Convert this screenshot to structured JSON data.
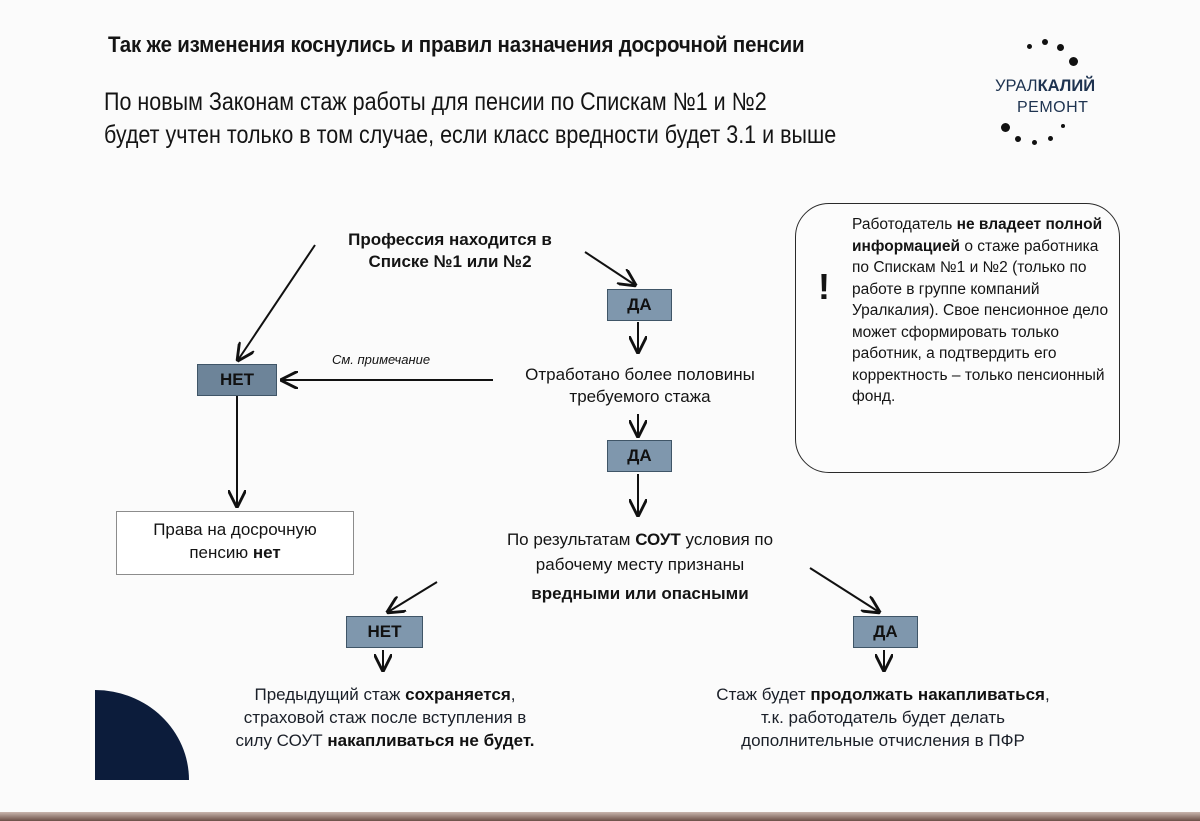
{
  "header": {
    "title": "Так же изменения коснулись и правил назначения досрочной пенсии",
    "subtitle_lines": [
      "По новым Законам стаж работы для пенсии  по Спискам №1 и №2",
      "будет учтен только в том случае, если класс вредности будет 3.1 и выше"
    ]
  },
  "logo": {
    "brand_light": "УРАЛ",
    "brand_bold": "КАЛИЙ",
    "subtitle": "РЕМОНТ"
  },
  "flowchart": {
    "q1": {
      "lines": [
        "Профессия находится в",
        "Списке №1 или №2"
      ]
    },
    "q1_yes": "ДА",
    "q1_no": "НЕТ",
    "q2": {
      "lines": [
        "Отработано более половины",
        "требуемого стажа"
      ]
    },
    "q2_no_note": "См. примечание",
    "q2_yes": "ДА",
    "no_right": {
      "text": "Права на досрочную",
      "text2": "пенсию ",
      "bold": "нет"
    },
    "q3": {
      "line1_pre": "По результатам ",
      "line1_bold": "СОУТ",
      "line1_post": " условия по",
      "line2": "рабочему месту признаны",
      "line3": "вредными или опасными"
    },
    "q3_no": "НЕТ",
    "q3_yes": "ДА",
    "result_no": {
      "l1_pre": "Предыдущий стаж ",
      "l1_bold": "сохраняется",
      "l1_post": ",",
      "l2": "страховой стаж после вступления в",
      "l3_pre": "силу СОУТ ",
      "l3_bold": "накапливаться не будет."
    },
    "result_yes": {
      "l1_pre": "Стаж будет ",
      "l1_bold": "продолжать накапливаться",
      "l1_post": ",",
      "l2": "т.к. работодатель будет делать",
      "l3": "дополнительные отчисления в ПФР"
    }
  },
  "callout": {
    "icon": "exclamation-icon",
    "mark": "!",
    "pre": "Работодатель ",
    "bold": "не владеет полной информацией",
    "post": " о стаже работника по Спискам №1 и №2 (только по работе в группе компаний Уралкалия). Свое пенсионное дело может сформировать только работник, а подтвердить его корректность – только пенсионный фонд."
  },
  "colors": {
    "tag_fill": "#7f97ad",
    "tag_border": "#3f5567",
    "logo_text": "#1e3350",
    "corner_shape": "#0c1c3b"
  }
}
